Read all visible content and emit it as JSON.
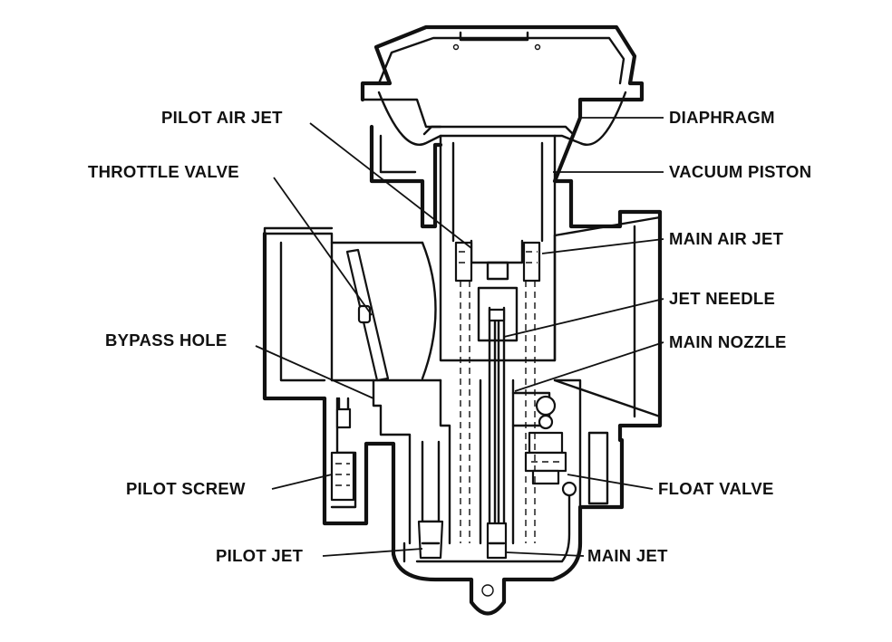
{
  "labels": {
    "pilot_air_jet": "PILOT AIR JET",
    "throttle_valve": "THROTTLE VALVE",
    "bypass_hole": "BYPASS HOLE",
    "pilot_screw": "PILOT SCREW",
    "pilot_jet": "PILOT JET",
    "diaphragm": "DIAPHRAGM",
    "vacuum_piston": "VACUUM PISTON",
    "main_air_jet": "MAIN AIR JET",
    "jet_needle": "JET NEEDLE",
    "main_nozzle": "MAIN NOZZLE",
    "float_valve": "FLOAT VALVE",
    "main_jet": "MAIN JET"
  }
}
